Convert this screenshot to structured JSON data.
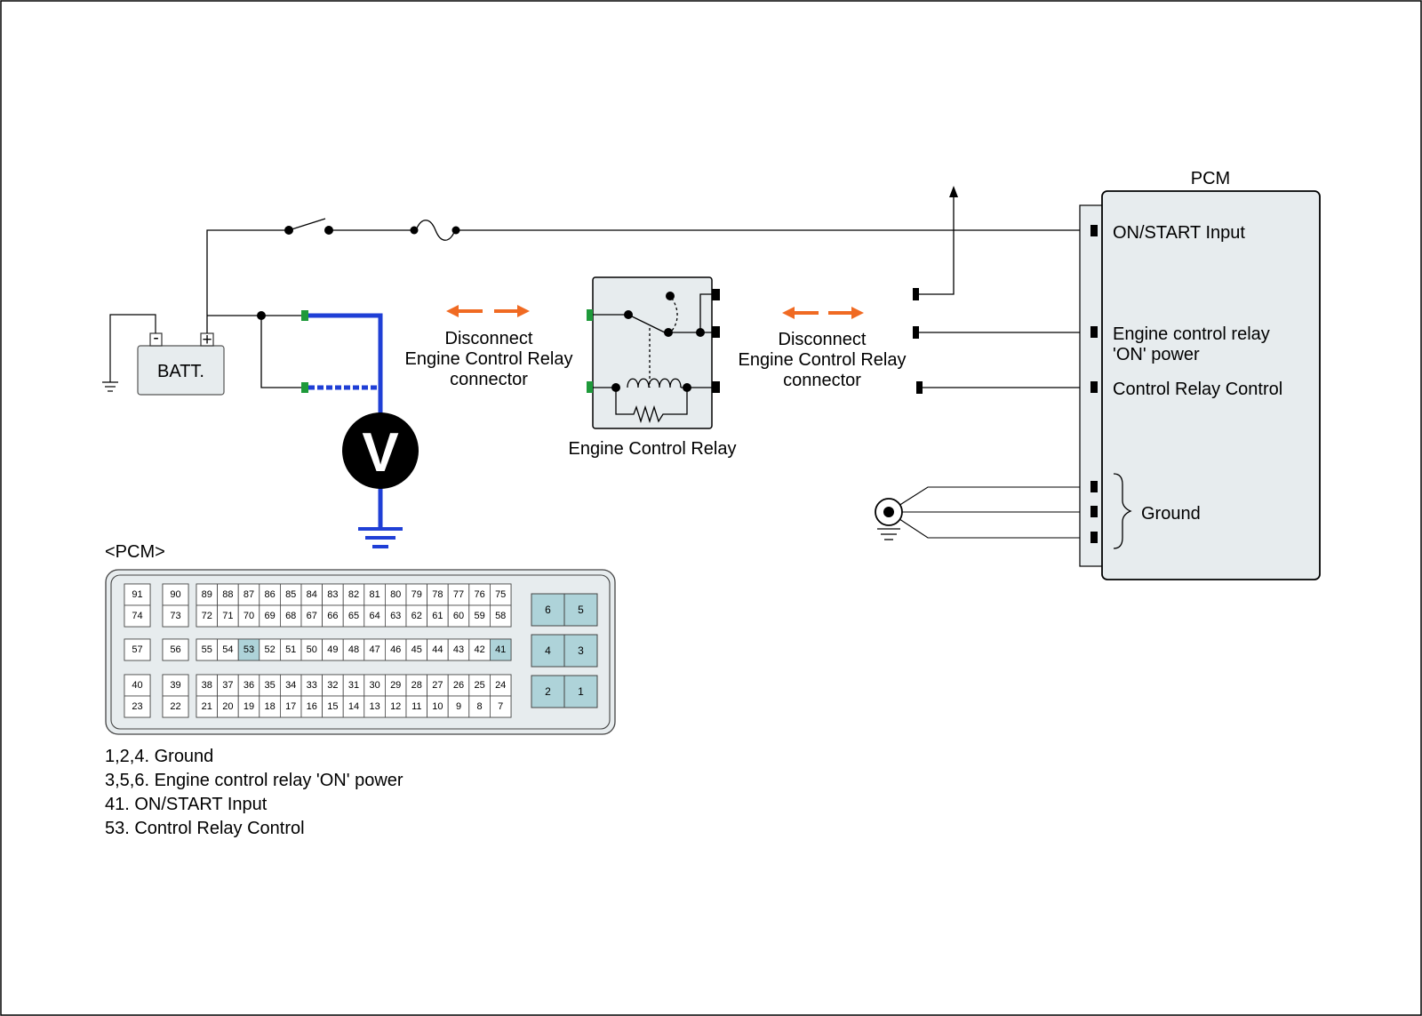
{
  "battery": {
    "label": "BATT.",
    "minus": "-",
    "plus": "+"
  },
  "voltmeter": {
    "label": "V"
  },
  "disconnect_left": {
    "line1": "Disconnect",
    "line2": "Engine Control Relay",
    "line3": "connector"
  },
  "disconnect_right": {
    "line1": "Disconnect",
    "line2": "Engine Control Relay",
    "line3": "connector"
  },
  "relay": {
    "label": "Engine Control Relay"
  },
  "pcm_module": {
    "title": "PCM",
    "on_start": "ON/START Input",
    "relay_power_line1": "Engine control relay",
    "relay_power_line2": "'ON' power",
    "relay_control": "Control Relay Control",
    "ground": "Ground"
  },
  "connector": {
    "title": "<PCM>",
    "rows": [
      [
        "91",
        "90",
        "89",
        "88",
        "87",
        "86",
        "85",
        "84",
        "83",
        "82",
        "81",
        "80",
        "79",
        "78",
        "77",
        "76",
        "75"
      ],
      [
        "74",
        "73",
        "72",
        "71",
        "70",
        "69",
        "68",
        "67",
        "66",
        "65",
        "64",
        "63",
        "62",
        "61",
        "60",
        "59",
        "58"
      ],
      [
        "57",
        "56",
        "55",
        "54",
        "53",
        "52",
        "51",
        "50",
        "49",
        "48",
        "47",
        "46",
        "45",
        "44",
        "43",
        "42",
        "41"
      ],
      [
        "40",
        "39",
        "38",
        "37",
        "36",
        "35",
        "34",
        "33",
        "32",
        "31",
        "30",
        "29",
        "28",
        "27",
        "26",
        "25",
        "24"
      ],
      [
        "23",
        "22",
        "21",
        "20",
        "19",
        "18",
        "17",
        "16",
        "15",
        "14",
        "13",
        "12",
        "11",
        "10",
        "9",
        "8",
        "7"
      ]
    ],
    "big_pins": [
      [
        "6",
        "5"
      ],
      [
        "4",
        "3"
      ],
      [
        "2",
        "1"
      ]
    ],
    "highlight": [
      "53",
      "41",
      "1",
      "2",
      "3",
      "4",
      "5",
      "6"
    ],
    "highlight_color": "#aed3d9"
  },
  "legend": [
    "1,2,4. Ground",
    "3,5,6. Engine control relay 'ON' power",
    "41. ON/START Input",
    "53. Control Relay Control"
  ],
  "colors": {
    "probe_wire": "#1f3fd6",
    "arrow": "#f06a22",
    "terminal_green": "#1e9a3a",
    "panel_fill": "#e7ecee"
  }
}
